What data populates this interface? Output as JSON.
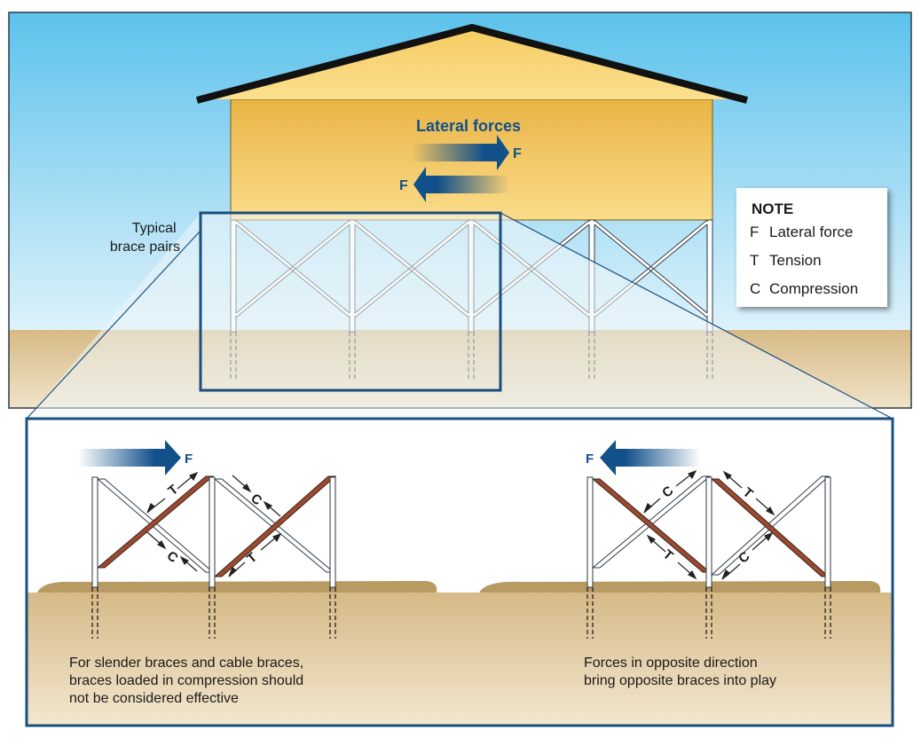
{
  "top_scene": {
    "lateral_forces_label": "Lateral forces",
    "force_symbol": "F",
    "callout_label": "Typical\nbrace pairs"
  },
  "note": {
    "title": "NOTE",
    "items": [
      {
        "key": "F",
        "text": "Lateral force"
      },
      {
        "key": "T",
        "text": "Tension"
      },
      {
        "key": "C",
        "text": "Compression"
      }
    ]
  },
  "detail": {
    "left": {
      "force_label": "F",
      "tension_label": "T",
      "compression_label": "C",
      "caption": "For slender braces and cable braces,\nbraces loaded in compression should\nnot be considered effective"
    },
    "right": {
      "force_label": "F",
      "tension_label": "T",
      "compression_label": "C",
      "caption": "Forces in opposite direction\nbring opposite braces into play"
    }
  },
  "colors": {
    "sky": "#5cc2ec",
    "house": "#f0c14e",
    "ground": "#dcc596",
    "frame": "#1b4f7e",
    "force_arrow": "#12508a",
    "active_brace": "#9c4a30"
  }
}
